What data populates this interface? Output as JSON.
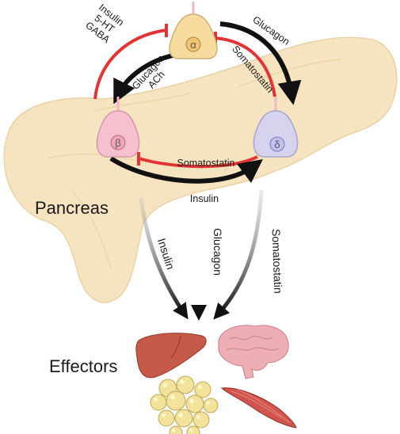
{
  "cells": {
    "alpha": {
      "symbol": "α",
      "color": "#f7dca0"
    },
    "beta": {
      "symbol": "β",
      "color": "#f6c0cf"
    },
    "delta": {
      "symbol": "δ",
      "color": "#d6d3ef"
    }
  },
  "labels": {
    "insulin_5ht_gaba": [
      "Insulin",
      "5-HT",
      "GABA"
    ],
    "glucagon_top": "Glucagon",
    "glucagon_ach": [
      "Glucagon",
      "ACh"
    ],
    "somatostatin_alpha": "Somatostatin",
    "somatostatin_beta": "Somatostatin",
    "insulin_bottom": "Insulin",
    "pancreas": "Pancreas",
    "insulin_down": "Insulin",
    "glucagon_down": "Glucagon",
    "somatostatin_down": "Somatostatin",
    "effectors": "Effectors"
  },
  "colors": {
    "pancreas": "#f6e3bf",
    "stimulation": "#111111",
    "inhibition": "#e23434",
    "liver": "#c65a49",
    "brain": "#eeafb4",
    "fat": "#f3e39a",
    "muscle": "#d1554d"
  }
}
